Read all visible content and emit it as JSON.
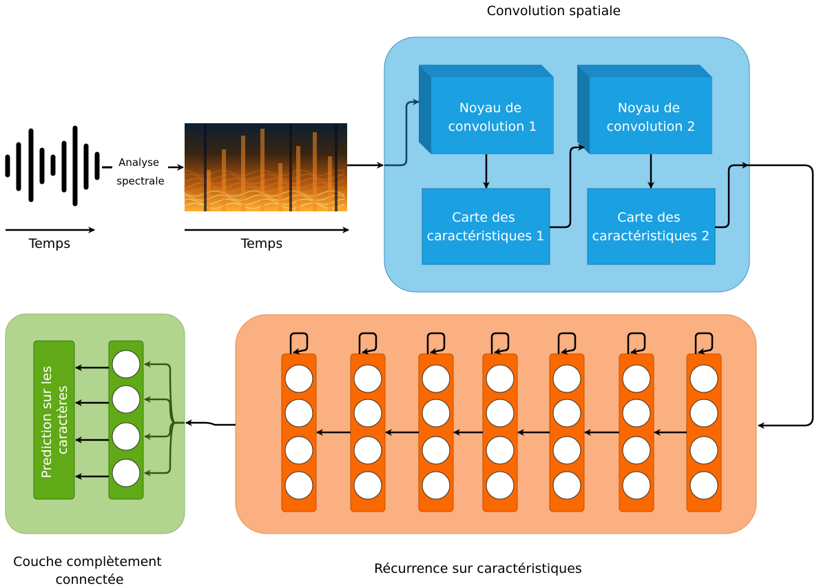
{
  "input": {
    "analysis_label_1": "Analyse",
    "analysis_label_2": "spectrale",
    "time_label_wave": "Temps",
    "time_label_spectro": "Temps"
  },
  "convolution": {
    "title": "Convolution spatiale",
    "kernel1_line1": "Noyau de",
    "kernel1_line2": "convolution 1",
    "kernel2_line1": "Noyau de",
    "kernel2_line2": "convolution 2",
    "map1_line1": "Carte des",
    "map1_line2": "caractéristiques 1",
    "map2_line1": "Carte des",
    "map2_line2": "caractéristiques 2"
  },
  "recurrence": {
    "title": "Récurrence sur caractéristiques",
    "cell_count": 7,
    "neurons_per_cell": 4
  },
  "fully_connected": {
    "title_line1": "Couche complètement",
    "title_line2": "connectée",
    "prediction_line1": "Prediction sur les",
    "prediction_line2": "caractères",
    "neurons": 4
  },
  "colors": {
    "conv_bg": "#8ecfee",
    "conv_box": "#1ba0e2",
    "rnn_bg": "#fab080",
    "rnn_cell": "#fa6800",
    "fc_bg": "#b1d58e",
    "fc_box": "#60a917"
  }
}
